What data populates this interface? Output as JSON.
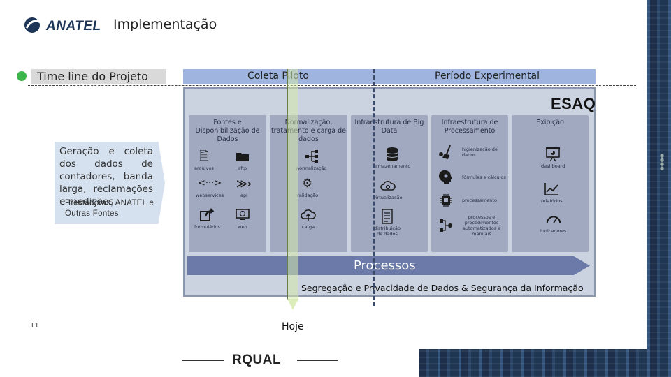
{
  "header": {
    "logo_text": "ANATEL",
    "title": "Implementação"
  },
  "timeline": {
    "label": "Time line do Projeto"
  },
  "phases": {
    "coleta": "Coleta Piloto",
    "periodo": "Período Experimental"
  },
  "esaq": {
    "title": "ESAQ",
    "columns": [
      {
        "header": "Fontes e Disponibilização de Dados",
        "items": [
          {
            "icon": "document-icon",
            "label": "arquivos"
          },
          {
            "icon": "folder-icon",
            "label": "sftp"
          },
          {
            "icon": "code-icon",
            "label": "webservices"
          },
          {
            "icon": "api-chevrons-icon",
            "label": "api"
          },
          {
            "icon": "share-arrow-icon",
            "label": "formulários"
          },
          {
            "icon": "monitor-globe-icon",
            "label": "web"
          }
        ]
      },
      {
        "header": "Normalização, tratamento e carga de dados",
        "items": [
          {
            "icon": "hierarchy-icon",
            "label": "normalização"
          },
          {
            "icon": "gears-icon",
            "label": "validação"
          },
          {
            "icon": "cloud-upload-icon",
            "label": "carga"
          }
        ]
      },
      {
        "header": "Infraestrutura de Big Data",
        "items": [
          {
            "icon": "database-icon",
            "label": "armazenamento"
          },
          {
            "icon": "cloud-sync-icon",
            "label": "virtualização"
          },
          {
            "icon": "checklist-icon",
            "label": "distribuição de dados"
          }
        ]
      },
      {
        "header": "Infraestrutura de Processamento",
        "items": [
          {
            "icon": "cleaning-icon",
            "label": "higienização de dados"
          },
          {
            "icon": "brain-gear-icon",
            "label": "fórmulas e cálculos"
          },
          {
            "icon": "cpu-icon",
            "label": "processamento"
          },
          {
            "icon": "flow-icon",
            "label": "processos e procedimentos automatizados e manuais"
          }
        ]
      },
      {
        "header": "Exibição",
        "items": [
          {
            "icon": "presentation-icon",
            "label": "dashboard"
          },
          {
            "icon": "trend-chart-icon",
            "label": "relatórios"
          },
          {
            "icon": "gauge-icon",
            "label": "indicadores"
          }
        ]
      }
    ],
    "process_label": "Processos",
    "security_label": "Segregação e Privacidade de Dados & Segurança da Informação"
  },
  "callout": {
    "text": "Geração e coleta dos dados de contadores, banda larga, reclamações e medições",
    "overlay": "Prestadoras, ANATEL e Outras Fontes"
  },
  "hoje_label": "Hoje",
  "page_number": "11",
  "footer_brand": "RQUAL",
  "colors": {
    "accent_green": "#3cb54a",
    "phase_bar": "#9fb4de",
    "esaq_bg": "#ccd3e0",
    "column_bg": "#a0a9bf",
    "process_arrow": "#6b7aa8",
    "brand_navy": "#1d3557"
  }
}
